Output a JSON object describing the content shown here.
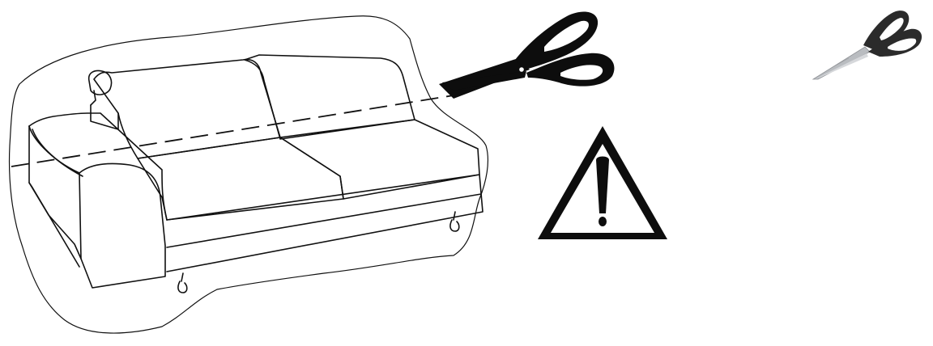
{
  "illustration": {
    "colors": {
      "line": "#111111",
      "fill_dark": "#0d0d0d",
      "photo_blade": "#b9bcc0",
      "photo_handle": "#2b2b2b"
    },
    "figures": [
      {
        "name": "sofa-drawing",
        "kind": "line-art sofa wrapped in packaging film"
      },
      {
        "name": "scissors-icon",
        "kind": "black silhouette scissors"
      },
      {
        "name": "warning-icon",
        "kind": "triangle with exclamation mark"
      },
      {
        "name": "scissors-photo",
        "kind": "small photo of steel scissors with black handles"
      }
    ]
  }
}
